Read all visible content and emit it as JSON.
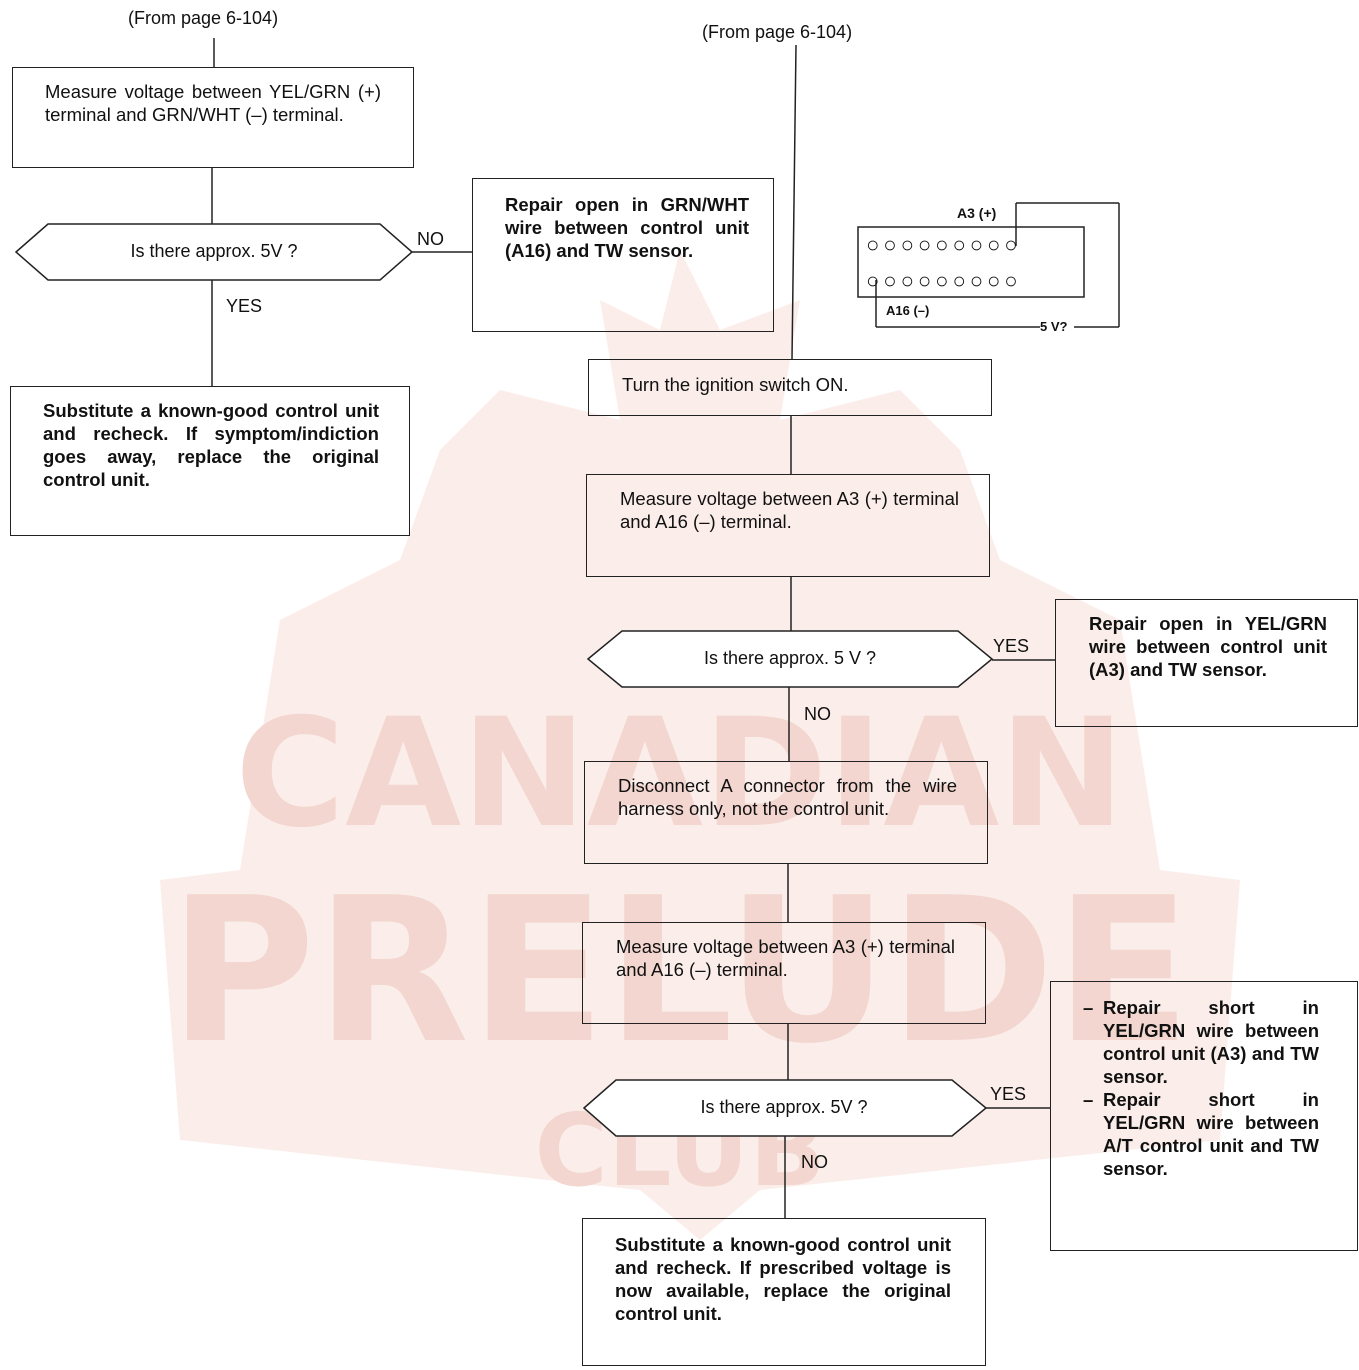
{
  "watermark": {
    "line1": "CANADIAN",
    "line2": "PRELUDE",
    "line3": "CLUB",
    "color": "#f3d9d3"
  },
  "left_flow": {
    "from_label": "(From page 6-104)",
    "measure": "Measure voltage between YEL/GRN (+) terminal and GRN/WHT (–) terminal.",
    "question": "Is there approx. 5V ?",
    "no_label": "NO",
    "yes_label": "YES",
    "no_action": "Repair open in GRN/WHT wire between control unit (A16) and TW sensor.",
    "yes_action": "Substitute a known-good control unit and recheck. If symptom/indiction goes away, replace the original control unit."
  },
  "right_flow": {
    "from_label": "(From page 6-104)",
    "step1": "Turn the ignition switch ON.",
    "step2": "Measure voltage between A3 (+) terminal and A16 (–) terminal.",
    "question1": "Is there approx. 5 V ?",
    "q1_yes_label": "YES",
    "q1_no_label": "NO",
    "q1_yes_action": "Repair open in YEL/GRN wire between control unit (A3) and TW sensor.",
    "step3": "Disconnect A connector from the wire harness only, not the control unit.",
    "step4": "Measure voltage between A3 (+) terminal and A16 (–) terminal.",
    "question2": "Is there approx. 5V ?",
    "q2_yes_label": "YES",
    "q2_no_label": "NO",
    "q2_yes_actions": [
      "Repair short in YEL/GRN wire between control unit (A3) and TW sensor.",
      "Repair short in YEL/GRN wire between A/T control unit and TW sensor."
    ],
    "final": "Substitute a known-good control unit and recheck. If prescribed voltage is now available, replace the original control unit."
  },
  "connector": {
    "pin_pos_label": "A3 (+)",
    "pin_neg_label": "A16 (–)",
    "voltage_label": "5 V?",
    "row1": "○○○○○○○○○",
    "row2": "○○○○○○○○○"
  }
}
